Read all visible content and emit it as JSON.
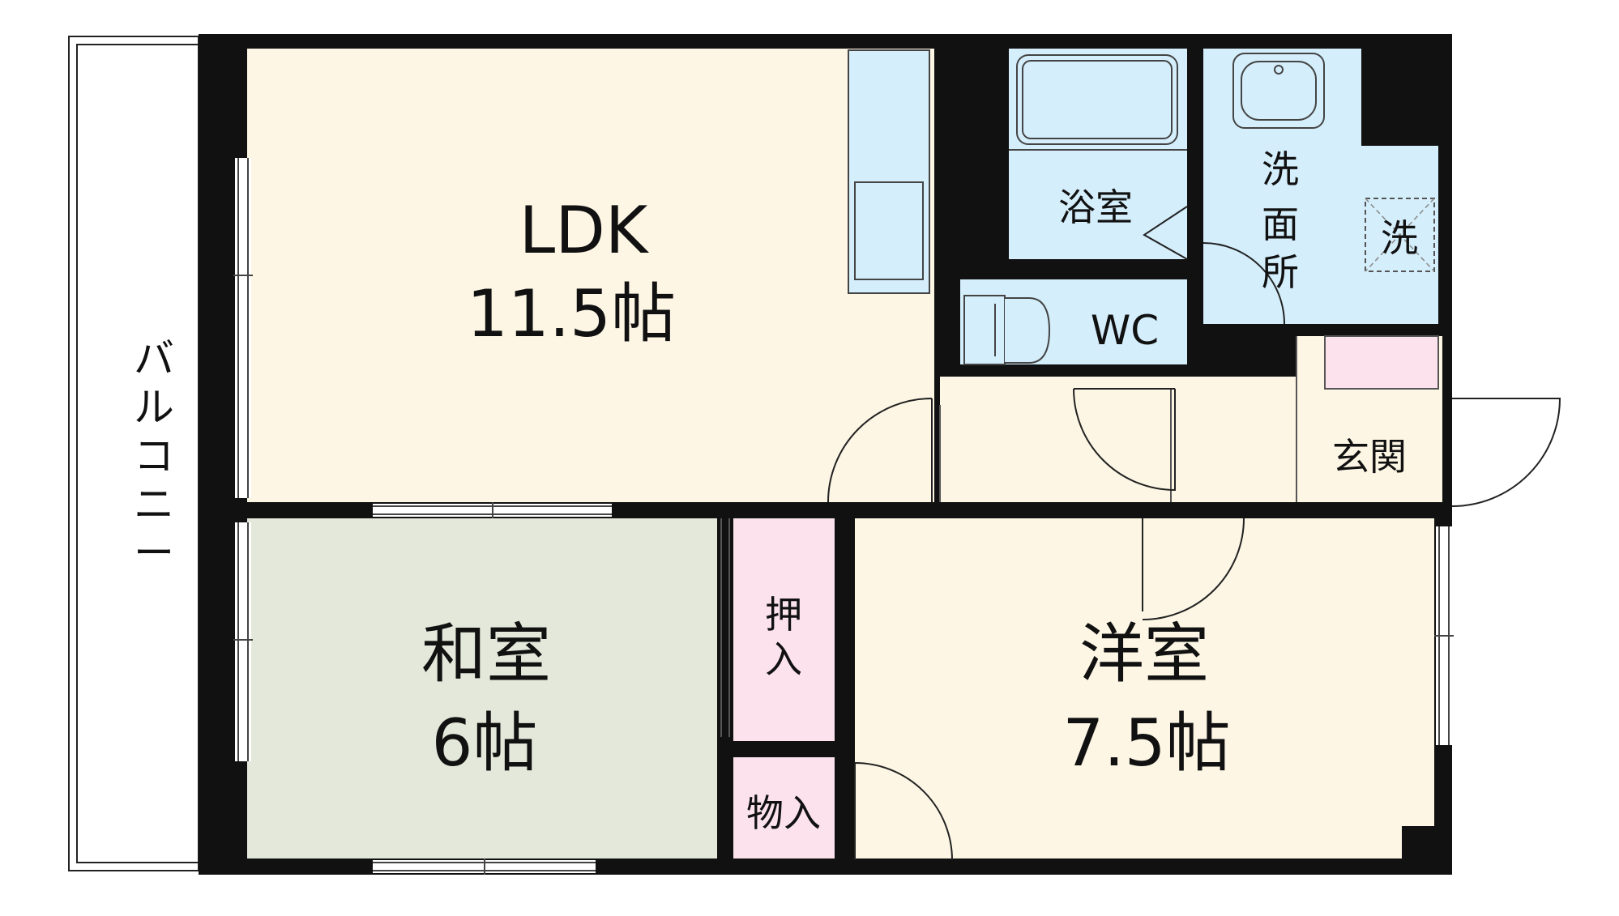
{
  "colors": {
    "wall": "#111111",
    "ldk": "#fdf6e5",
    "washitsu": "#e3e8da",
    "youshitsu": "#fdf6e5",
    "wet": "#d4eefb",
    "storage": "#fbe2ec",
    "hall": "#fdf6e5",
    "balcony": "#ffffff"
  },
  "rooms": {
    "ldk": {
      "name": "LDK",
      "size": "11.5帖"
    },
    "washitsu": {
      "name": "和室",
      "size": "6帖"
    },
    "youshitsu": {
      "name": "洋室",
      "size": "7.5帖"
    },
    "bath": {
      "name": "浴室"
    },
    "washroom": {
      "chars": [
        "洗",
        "面",
        "所"
      ]
    },
    "washer": {
      "name": "洗"
    },
    "wc": {
      "name": "WC"
    },
    "entrance": {
      "name": "玄関"
    },
    "oshiire": {
      "chars": [
        "押",
        "入"
      ]
    },
    "monoire": {
      "name": "物入"
    }
  },
  "balcony": {
    "chars": [
      "バ",
      "ル",
      "コ",
      "ニ",
      "ー"
    ]
  }
}
